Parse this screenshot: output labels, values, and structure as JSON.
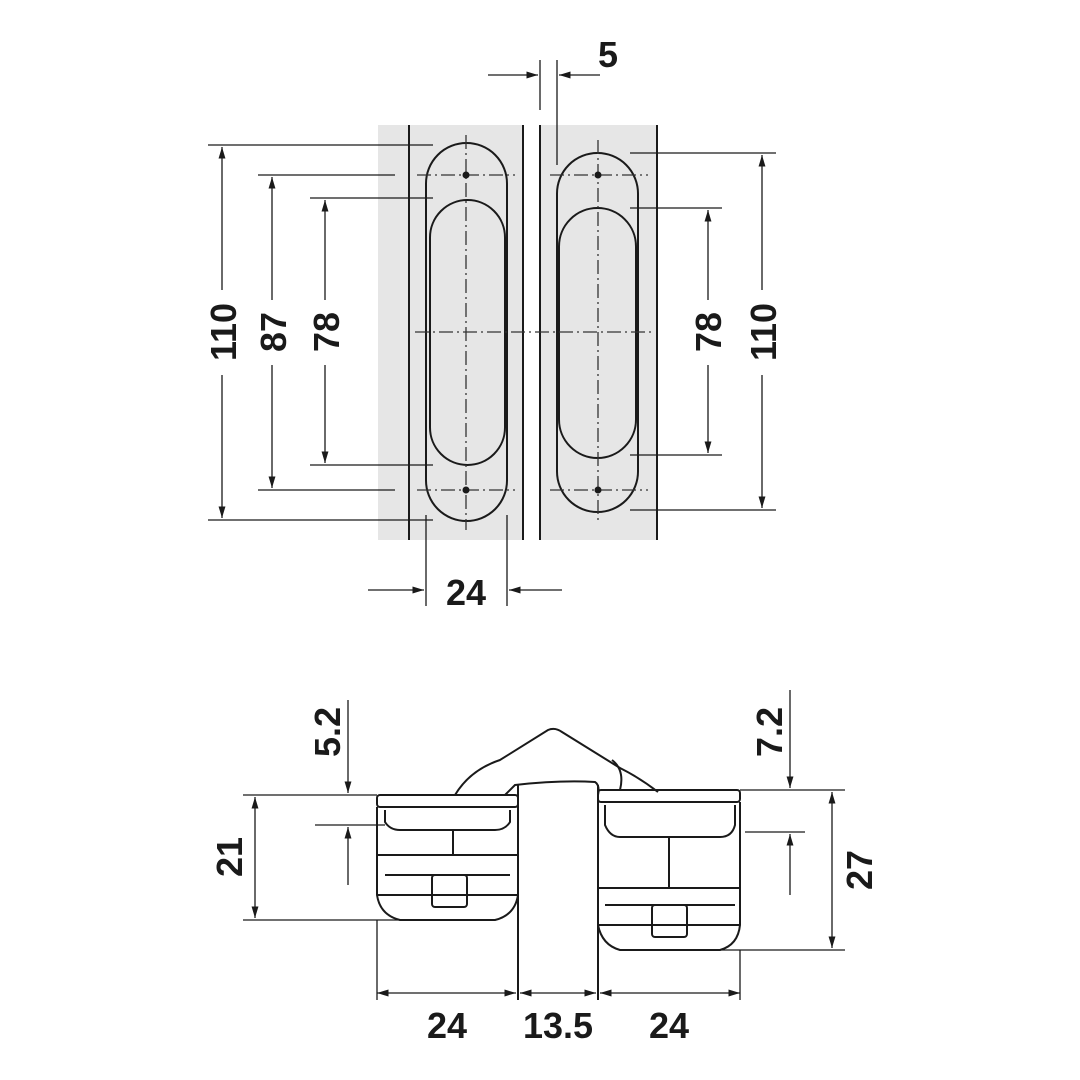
{
  "colors": {
    "panel": "#e6e6e6",
    "outer_oval": "#9a9a9a",
    "inner_oval": "#c8c8c8",
    "line": "#1a1a1a"
  },
  "top_view": {
    "dims": {
      "gap": "5",
      "height_left": "110",
      "hole_spacing": "87",
      "inner_left": "78",
      "inner_right": "78",
      "height_right": "110",
      "width": "24"
    }
  },
  "side_view": {
    "dims": {
      "offset_left": "5.2",
      "depth_left": "21",
      "offset_right": "7.2",
      "depth_right": "27",
      "width_left": "24",
      "gap": "13.5",
      "width_right": "24"
    }
  }
}
